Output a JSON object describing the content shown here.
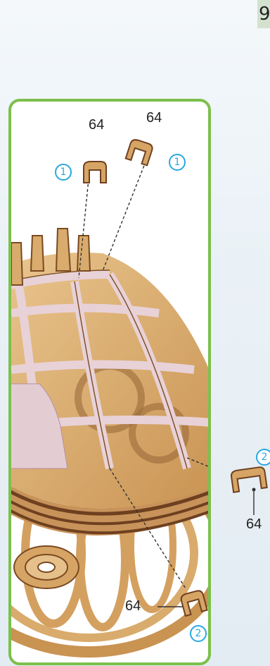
{
  "step": {
    "number": "9"
  },
  "labels": {
    "part_top_left": "64",
    "part_top_right": "64",
    "part_right": "64",
    "part_bottom": "64"
  },
  "markers": {
    "top_left": "1",
    "top_right": "1",
    "right": "2",
    "bottom": "2"
  },
  "colors": {
    "panel_border": "#7cc04c",
    "marker": "#29a8e0",
    "wood": "#dcae72",
    "wood_dark": "#7a4a22",
    "frame": "#e3cdd3",
    "step_tab": "#d3e2cf"
  }
}
